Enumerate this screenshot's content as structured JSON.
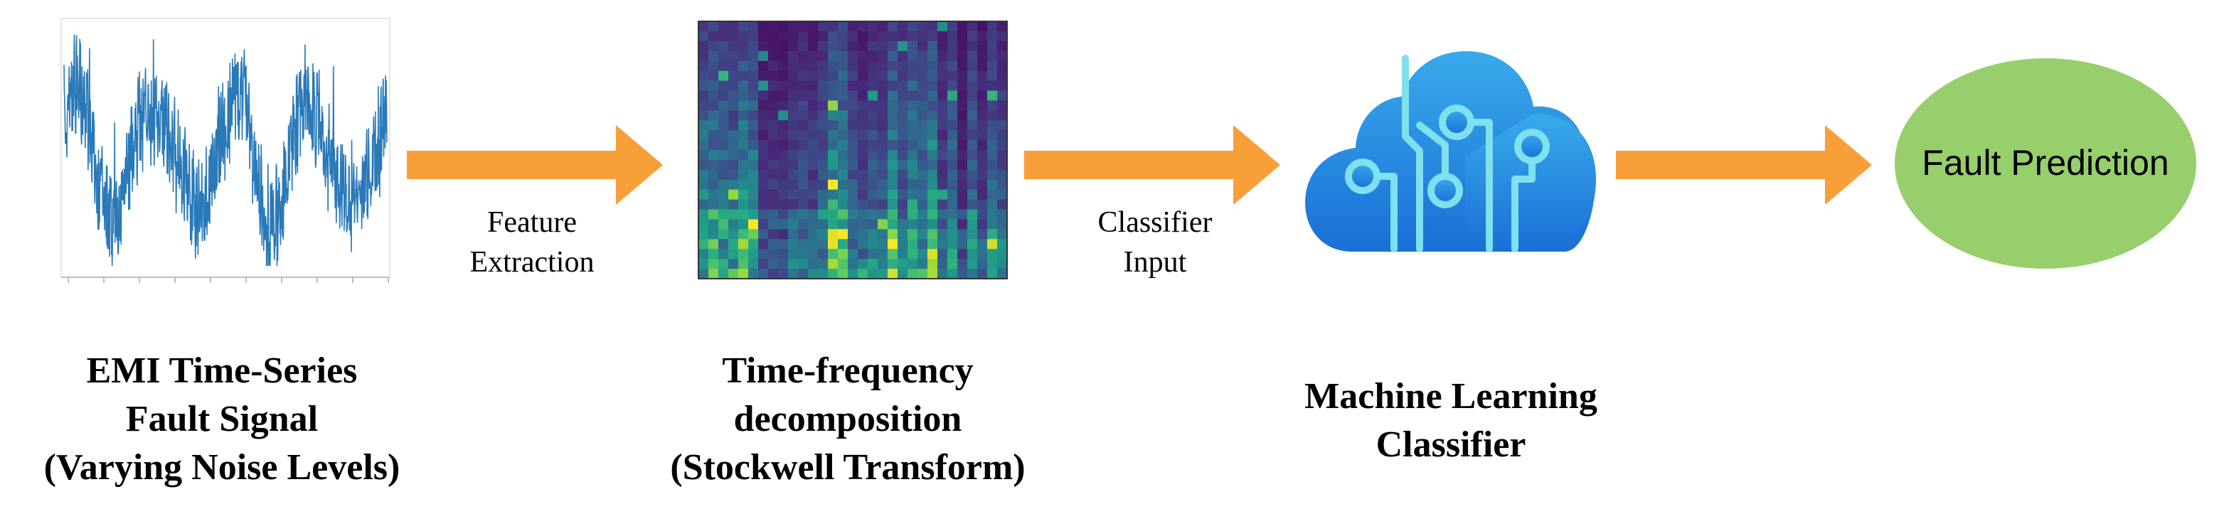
{
  "stages": [
    {
      "id": "emi-signal",
      "caption_lines": [
        "EMI Time-Series",
        "Fault Signal",
        "(Varying Noise Levels)"
      ]
    },
    {
      "id": "stockwell",
      "caption_lines": [
        "Time-frequency",
        "decomposition",
        "(Stockwell Transform)"
      ]
    },
    {
      "id": "classifier",
      "caption_lines": [
        "Machine Learning",
        "Classifier"
      ]
    },
    {
      "id": "prediction",
      "label": "Fault Prediction"
    }
  ],
  "arrows": [
    {
      "label_lines": [
        "Feature",
        "Extraction"
      ]
    },
    {
      "label_lines": [
        "Classifier",
        "Input"
      ]
    },
    {
      "label_lines": []
    }
  ],
  "colors": {
    "arrow": "#f99f38",
    "signal": "#2a79b8",
    "cloud_top": "#35a9ea",
    "cloud_bottom": "#1670d6",
    "circuit": "#7fe0ee",
    "ellipse": "#97cf6c",
    "text": "#000000"
  },
  "icons": {
    "classifier": "cloud-circuit-icon"
  }
}
